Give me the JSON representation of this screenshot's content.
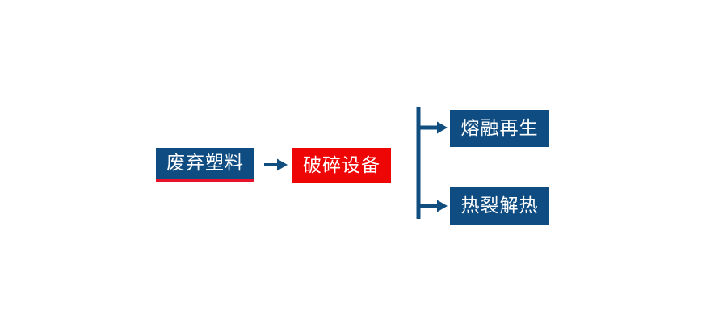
{
  "diagram": {
    "type": "process-flow",
    "title": "",
    "background_color": "#ffffff",
    "colors": {
      "primary_blue": "#0F4C81",
      "accent_red": "#EE0505",
      "underline_red": "#E8122A",
      "arrow_navy": "#104E80",
      "node_text": "#ffffff"
    },
    "nodes": [
      {
        "id": "waste-plastic",
        "label": "废弃塑料",
        "role": "input",
        "fill": "#0F4C81",
        "accent_underline": "#E8122A"
      },
      {
        "id": "crusher",
        "label": "破碎设备",
        "role": "process",
        "fill": "#EE0505",
        "accent_underline": ""
      },
      {
        "id": "melt-regen",
        "label": "熔融再生",
        "role": "output",
        "fill": "#0F4C81",
        "accent_underline": ""
      },
      {
        "id": "pyrolysis",
        "label": "热裂解热",
        "role": "output",
        "fill": "#0F4C81",
        "accent_underline": ""
      }
    ],
    "connectors": [
      {
        "id": "main-arrow",
        "icon": "arrow-right-icon",
        "from": "waste-plastic",
        "to": "crusher",
        "style": "straight-arrow",
        "color": "#104E80"
      },
      {
        "id": "branch-bracket",
        "icon": "branch-bracket-icon",
        "from": "crusher",
        "to": "melt-regen, pyrolysis",
        "style": "bracket-split-two-arrows",
        "color": "#104E80"
      }
    ]
  }
}
